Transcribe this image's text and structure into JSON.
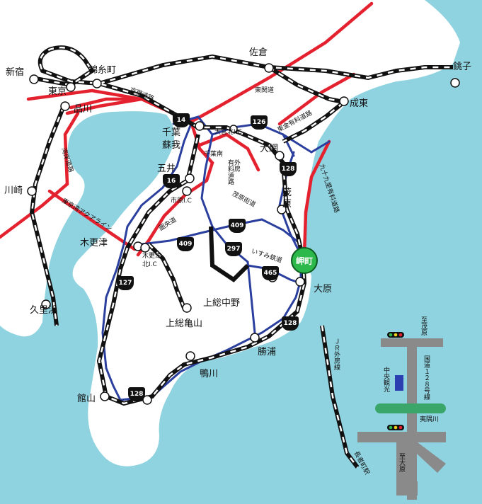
{
  "colors": {
    "sea": "#8fd3e0",
    "land": "#ffffff",
    "expressway": "#e4212e",
    "road": "#2b3f9e",
    "rail_dark": "#111111",
    "river": "#3aa66a",
    "shop_marker": "#2b3fb0"
  },
  "stations": {
    "shinjuku": "新宿",
    "kinshicho": "錦糸町",
    "tokyo": "東京",
    "shinagawa": "品川",
    "sakura": "佐倉",
    "choshi": "銚子",
    "naruto": "成東",
    "chiba": "千葉",
    "soga": "蘇我",
    "goi": "五井",
    "oami": "大網",
    "mobara": "茂原",
    "kawasaki": "川崎",
    "kisarazu": "木更津",
    "kurihama": "久里浜",
    "ohara": "大原",
    "kazusa_nakano": "上総中野",
    "kazusa_kameyama": "上総亀山",
    "katsuura": "勝浦",
    "kamogawa": "鴨川",
    "tateyama": "館山",
    "ichihara_ic": "市原I.C",
    "kisarazu_kita_ic": "木更津\n北I.C",
    "oamiya_ic": "大宮北I.C",
    "chibaminami": "千葉南",
    "sotobo_yuryo": "外房\n有料道路"
  },
  "roads": {
    "keiyo": "京葉道路",
    "higashikanto": "東関道",
    "wangan": "湾岸道路",
    "aqualine": "東京湾アクアライン",
    "togane_yuryo": "東金有料道路",
    "kujukuri_yuryo": "九十九里有料道路",
    "mobara_kaido": "茂原街道",
    "kenodo": "圏央道",
    "isumi_rail": "いすみ鉄道"
  },
  "route_shields": {
    "r14": "14",
    "r16": "16",
    "r126": "126",
    "r128a": "128",
    "r409a": "409",
    "r409b": "409",
    "r297": "297",
    "r465": "465",
    "r127": "127",
    "r128b": "128",
    "r128c": "128"
  },
  "destination": {
    "label": "岬町"
  },
  "inset": {
    "jr": "ＪＲ外房線",
    "route": "国道１２８号線",
    "to_mobara": "至茂原",
    "to_ohara": "至大原",
    "shop": "中央観光",
    "river": "夷隅川",
    "station": "長者町駅"
  }
}
